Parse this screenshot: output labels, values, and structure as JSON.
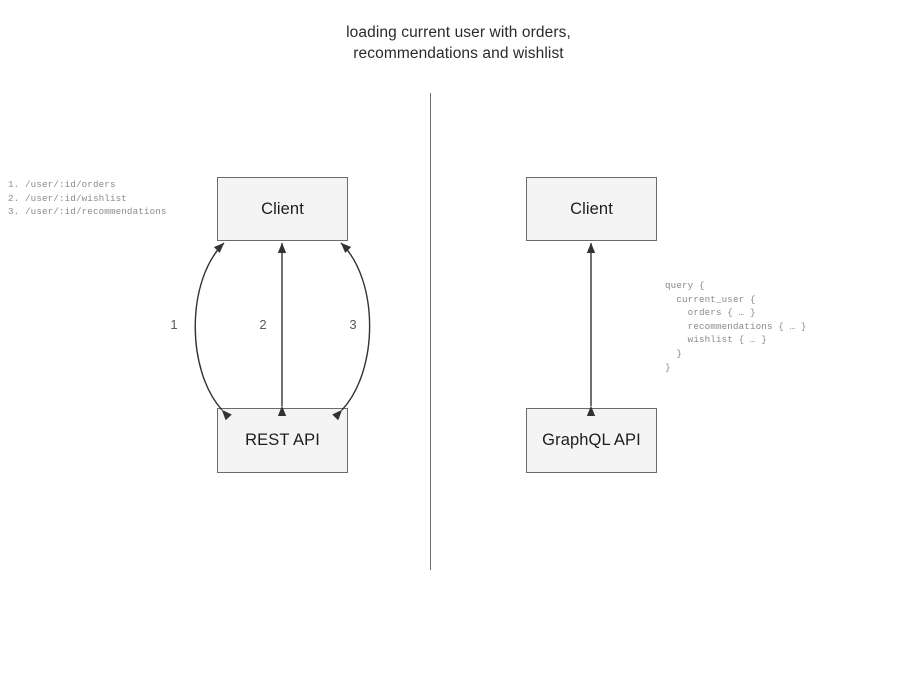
{
  "title": "loading current user with orders,\nrecommendations and wishlist",
  "colors": {
    "box_fill": "#f4f4f4",
    "box_border": "#6b6b6b",
    "stroke": "#333333",
    "divider": "#6b6b6b",
    "code_text": "#8a8a8a",
    "label_text": "#5a5a5a",
    "title_text": "#2b2b2b",
    "background": "#ffffff"
  },
  "rest_side": {
    "client_label": "Client",
    "api_label": "REST API",
    "endpoint_list": "1. /user/:id/orders\n2. /user/:id/wishlist\n3. /user/:id/recommendations",
    "endpoints": [
      {
        "number": "1",
        "path": "/user/:id/orders"
      },
      {
        "number": "2",
        "path": "/user/:id/wishlist"
      },
      {
        "number": "3",
        "path": "/user/:id/recommendations"
      }
    ],
    "edge_labels": [
      "1",
      "2",
      "3"
    ]
  },
  "graphql_side": {
    "client_label": "Client",
    "api_label": "GraphQL API",
    "query": "query {\n  current_user {\n    orders { … }\n    recommendations { … }\n    wishlist { … }\n  }\n}"
  }
}
